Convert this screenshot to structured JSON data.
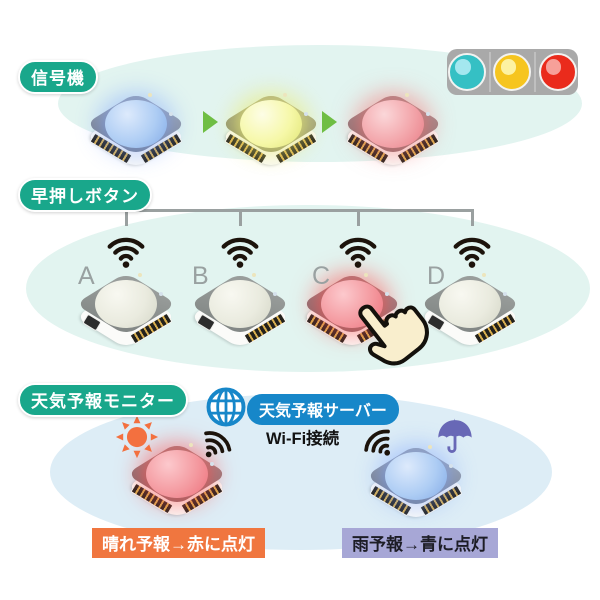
{
  "traffic_section": {
    "title": "信号機",
    "devices": [
      {
        "state": "blue-lit"
      },
      {
        "state": "yellow-lit"
      },
      {
        "state": "red-lit"
      }
    ],
    "sequence_icon": "traffic-light-icon"
  },
  "quiz_section": {
    "title": "早押しボタン",
    "buttons": [
      {
        "letter": "A",
        "state": "idle"
      },
      {
        "letter": "B",
        "state": "idle"
      },
      {
        "letter": "C",
        "state": "pressed-red"
      },
      {
        "letter": "D",
        "state": "idle"
      }
    ]
  },
  "weather_section": {
    "title": "天気予報モニター",
    "server_label": "天気予報サーバー",
    "connection_label": "Wi-Fi接続",
    "sunny_caption": "晴れ予報→赤に点灯",
    "rain_caption": "雨予報→青に点灯",
    "devices": [
      {
        "weather": "sunny",
        "state": "red-lit"
      },
      {
        "weather": "rain",
        "state": "blue-lit"
      }
    ]
  },
  "colors": {
    "section_pill_green": "#19a78b",
    "server_pill_blue": "#1787c9",
    "sunny_caption_orange": "#f0763f",
    "rain_caption_lavender": "#a7a7d6",
    "arrow_green": "#6fbe44",
    "button_blue": "#aecdf4",
    "button_yellow": "#f6f8a8",
    "button_red": "#f3a6ab",
    "button_off": "#eaebdf",
    "traffic_teal": "#35c0c4",
    "traffic_yellow": "#f6c51f",
    "traffic_red": "#ea2b1c",
    "background_ellipse_teal": "#e2f4f0",
    "background_ellipse_blue": "#ddedf6"
  },
  "icons": {
    "traffic_light": "traffic-light-icon",
    "wifi": "wifi-icon",
    "globe": "globe-icon",
    "sun": "sun-icon",
    "umbrella": "umbrella-icon",
    "hand_cursor": "hand-cursor-icon",
    "arrow": "arrow-right-icon"
  }
}
